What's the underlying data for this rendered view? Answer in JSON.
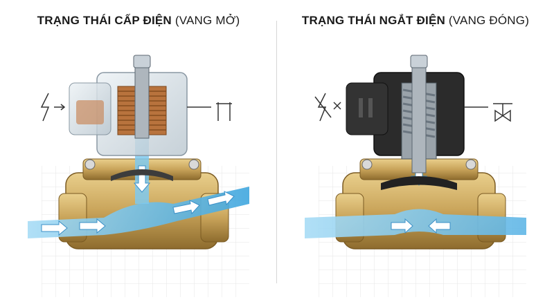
{
  "left_panel": {
    "title_bold": "TRẠNG THÁI CẤP ĐIỆN",
    "title_light": "(VANG MỞ)",
    "symbol": "power-on-icon",
    "valve_symbol": "open-valve-symbol",
    "state": "open"
  },
  "right_panel": {
    "title_bold": "TRẠNG THÁI NGẮT ĐIỆN",
    "title_light": "(VANG ĐÓNG)",
    "symbol": "power-off-icon",
    "valve_symbol": "closed-valve-symbol",
    "state": "closed"
  },
  "colors": {
    "brass": "#c9a45a",
    "water": "#5fb6e6",
    "coil_housing_left": "#cfd8df",
    "coil_housing_right": "#2b2b2b"
  }
}
